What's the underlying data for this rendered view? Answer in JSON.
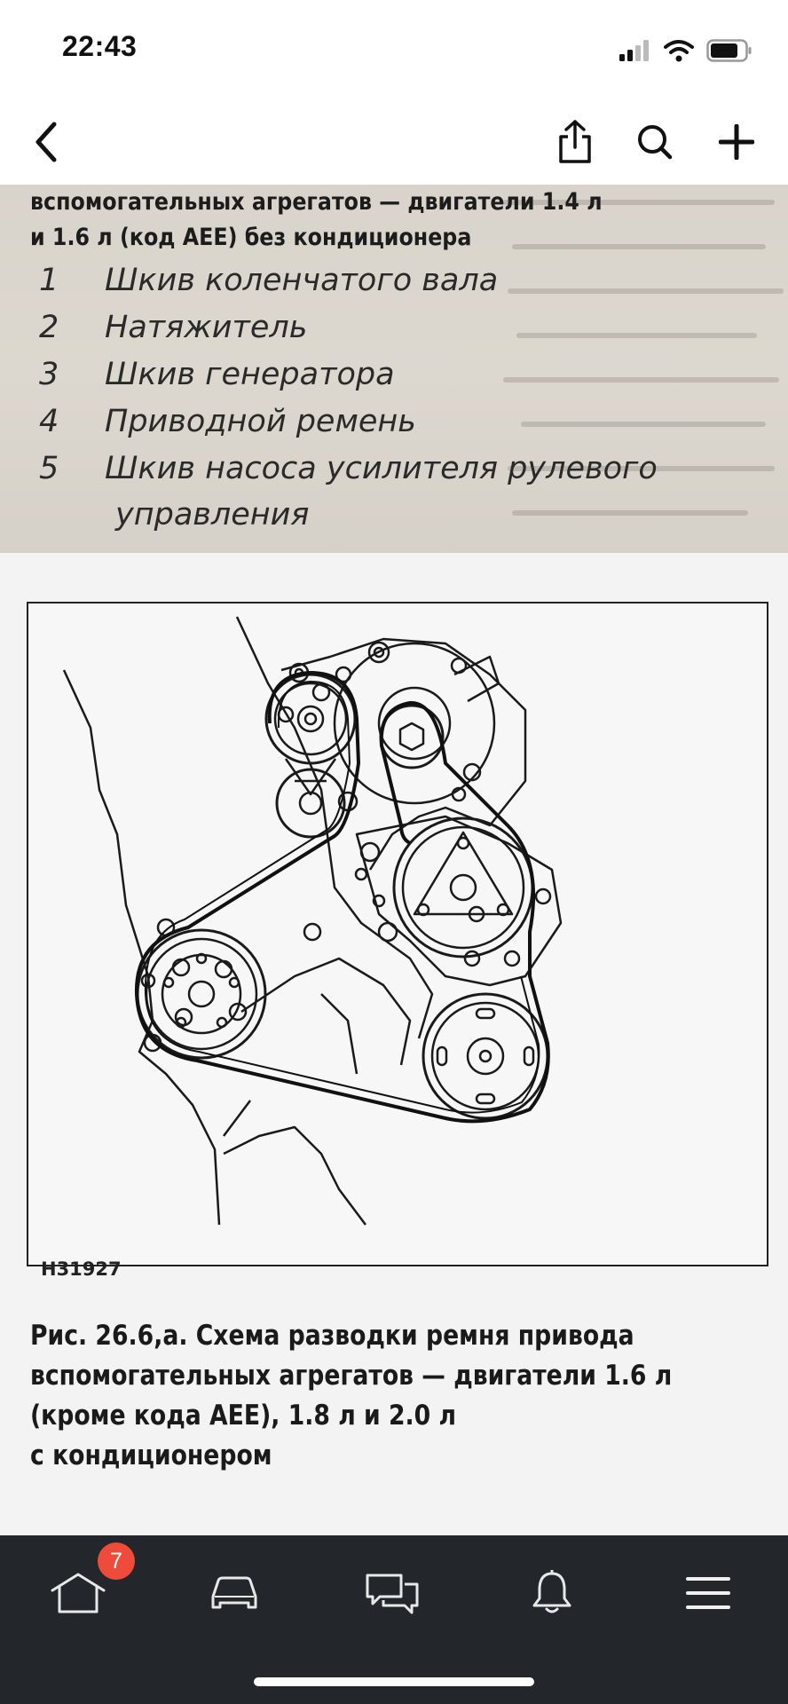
{
  "status_bar": {
    "time": "22:43",
    "icons": [
      "signal-icon",
      "wifi-icon",
      "battery-icon"
    ]
  },
  "nav_bar": {
    "back_icon": "chevron-left-icon",
    "actions": [
      "share-icon",
      "search-icon",
      "plus-icon"
    ]
  },
  "document": {
    "caption_top_lines": [
      "вспомогательных агрегатов — двигатели 1.4 л",
      "и 1.6 л (код AEE) без кондиционера"
    ],
    "legend": [
      {
        "num": "1",
        "text": "Шкив коленчатого вала"
      },
      {
        "num": "2",
        "text": "Натяжитель"
      },
      {
        "num": "3",
        "text": "Шкив генератора"
      },
      {
        "num": "4",
        "text": "Приводной ремень"
      },
      {
        "num": "5",
        "text": "Шкив насоса усилителя рулевого",
        "text2": "управления"
      }
    ],
    "figure_code": "H31927",
    "figure_caption_lines": [
      "Рис. 26.6,а. Схема разводки ремня привода",
      "вспомогательных агрегатов — двигатели 1.6 л",
      "(кроме кода AEE), 1.8 л и 2.0 л",
      "с кондиционером"
    ]
  },
  "tab_bar": {
    "tabs": [
      "home-icon",
      "car-icon",
      "chat-icon",
      "bell-icon",
      "menu-icon"
    ],
    "home_badge": "7"
  },
  "colors": {
    "tab_bar_bg": "#23262a",
    "badge": "#ee4b3b",
    "paper_top": "#d9d4cb"
  }
}
